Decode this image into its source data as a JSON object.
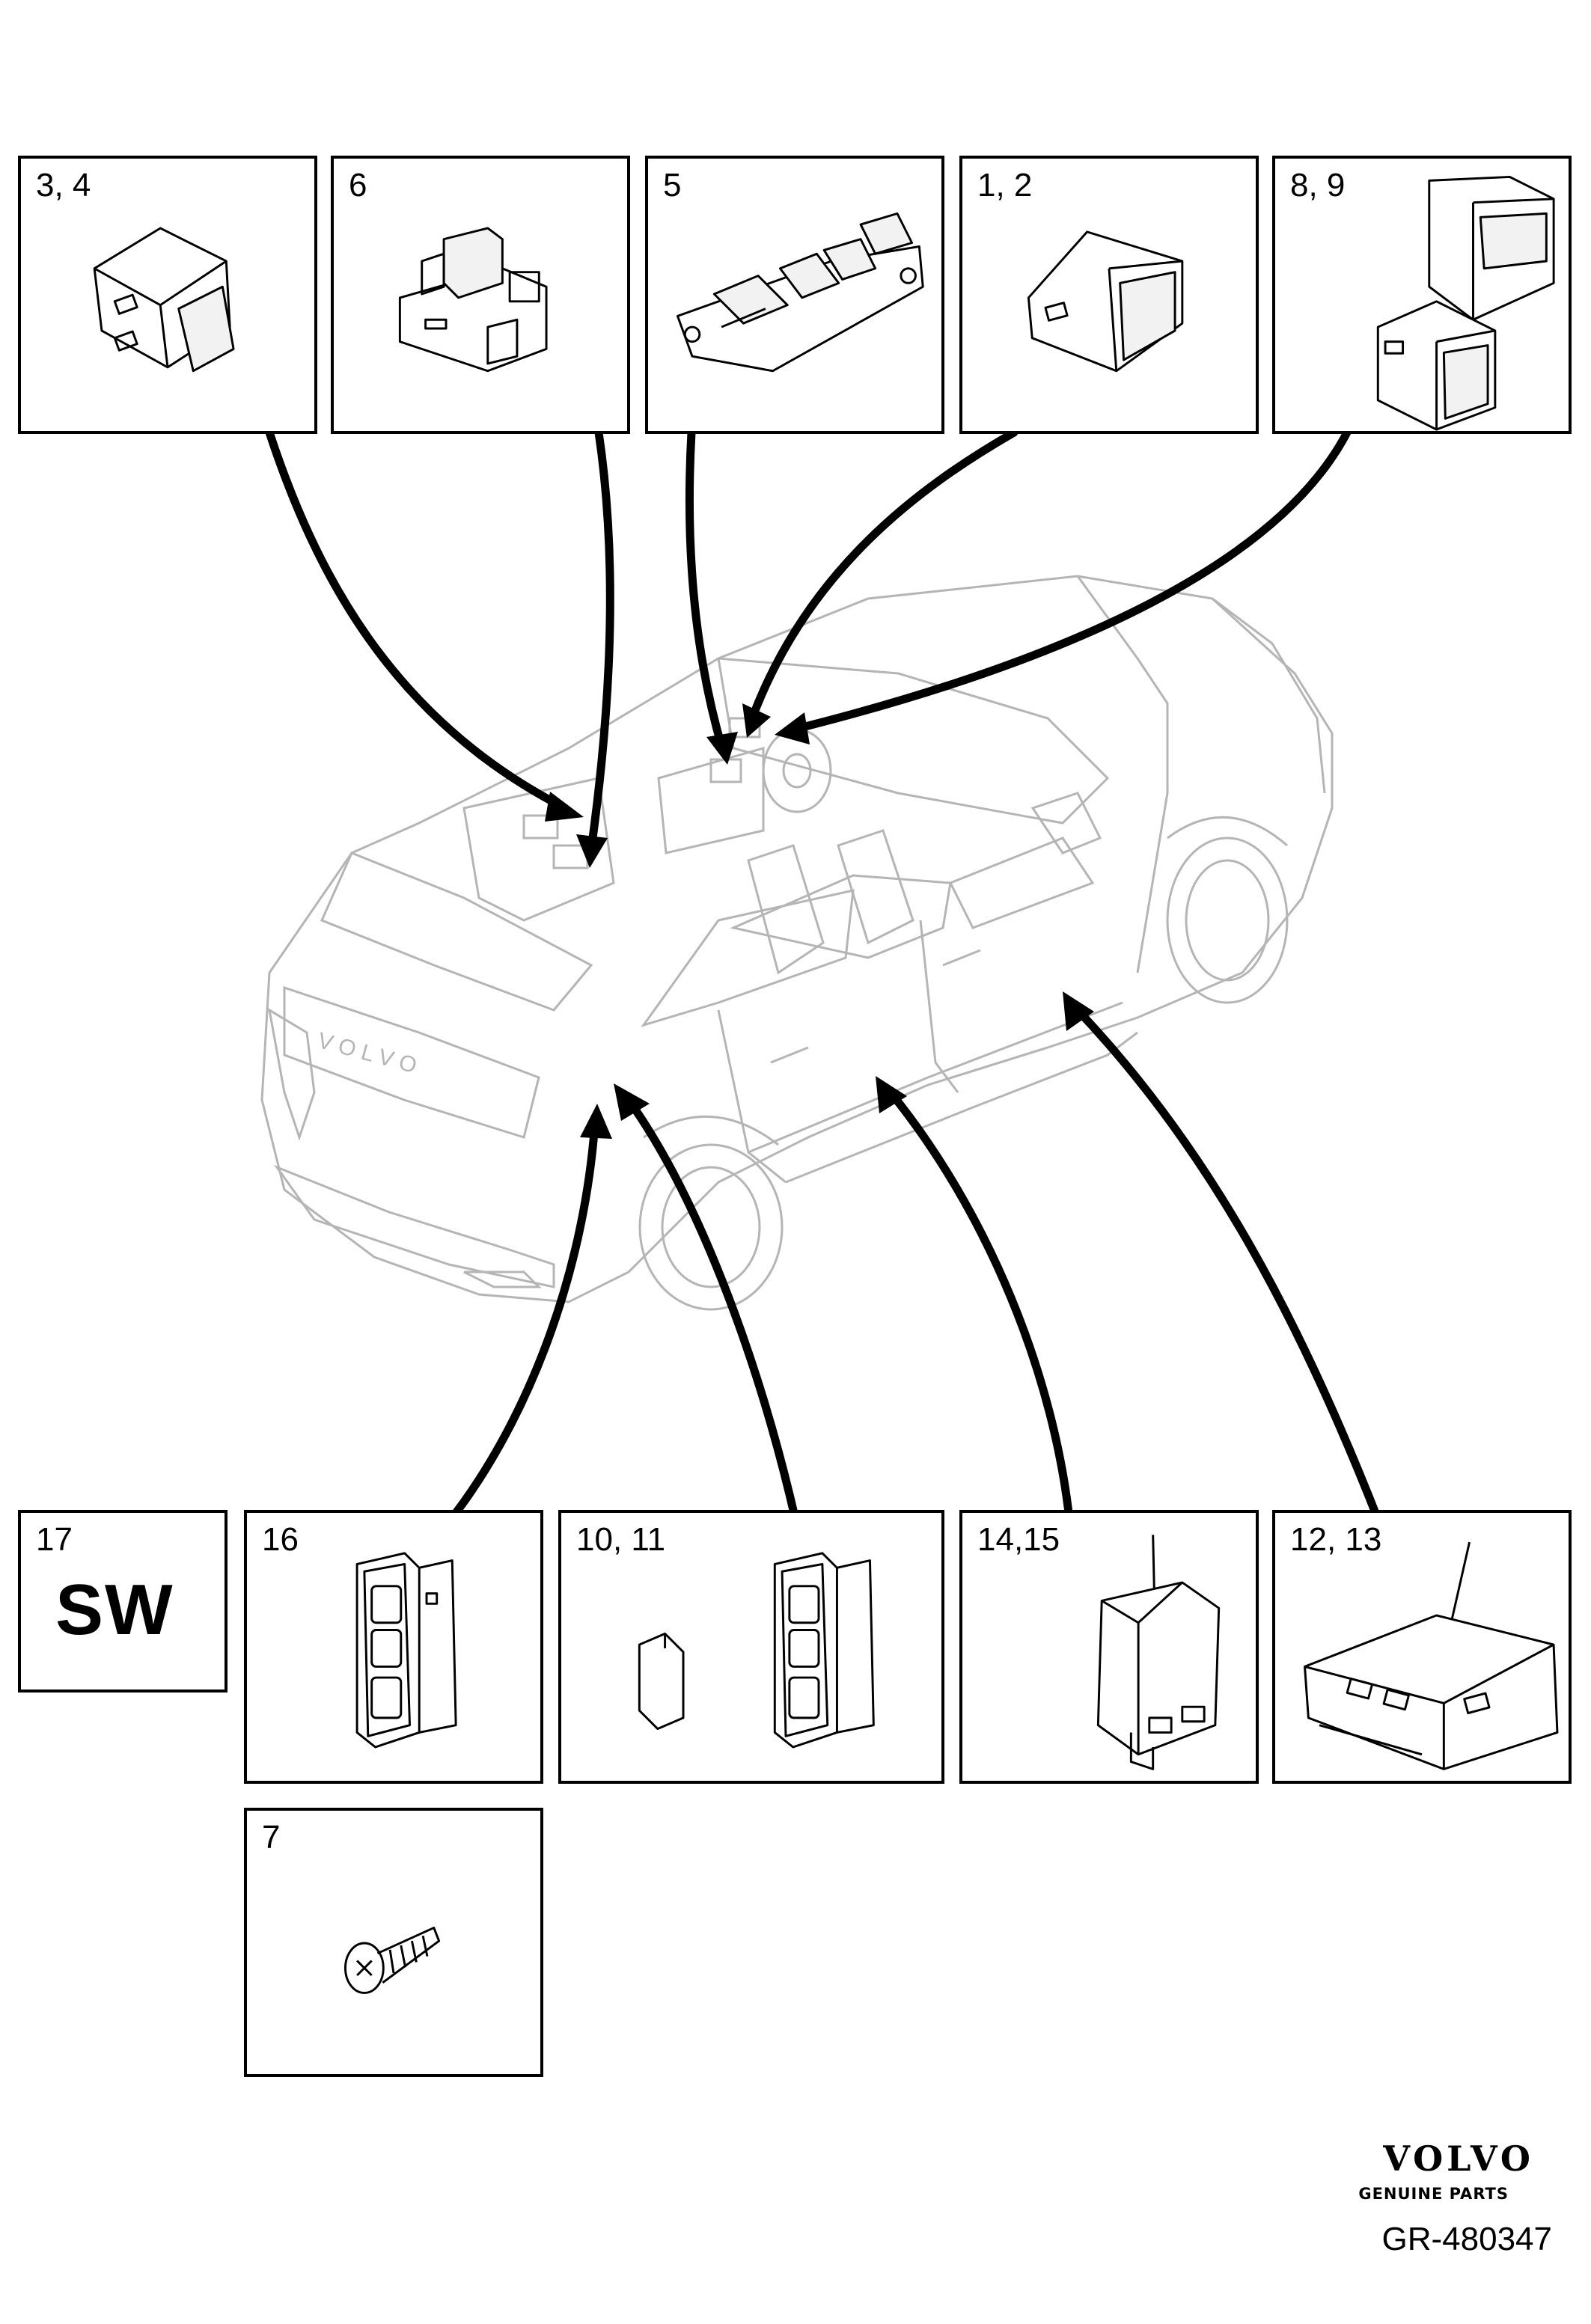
{
  "callouts": {
    "box_3_4": "3, 4",
    "box_6": "6",
    "box_5": "5",
    "box_1_2": "1, 2",
    "box_8_9": "8, 9",
    "box_17": "17",
    "box_17_code": "SW",
    "box_16": "16",
    "box_10_11": "10, 11",
    "box_14_15": "14,15",
    "box_12_13": "12, 13",
    "box_7": "7"
  },
  "brand": {
    "name": "VOLVO",
    "tagline": "GENUINE PARTS"
  },
  "figure_id": "GR-480347",
  "colors": {
    "line": "#000000",
    "car_outline": "#b5b5b5",
    "background": "#ffffff"
  }
}
